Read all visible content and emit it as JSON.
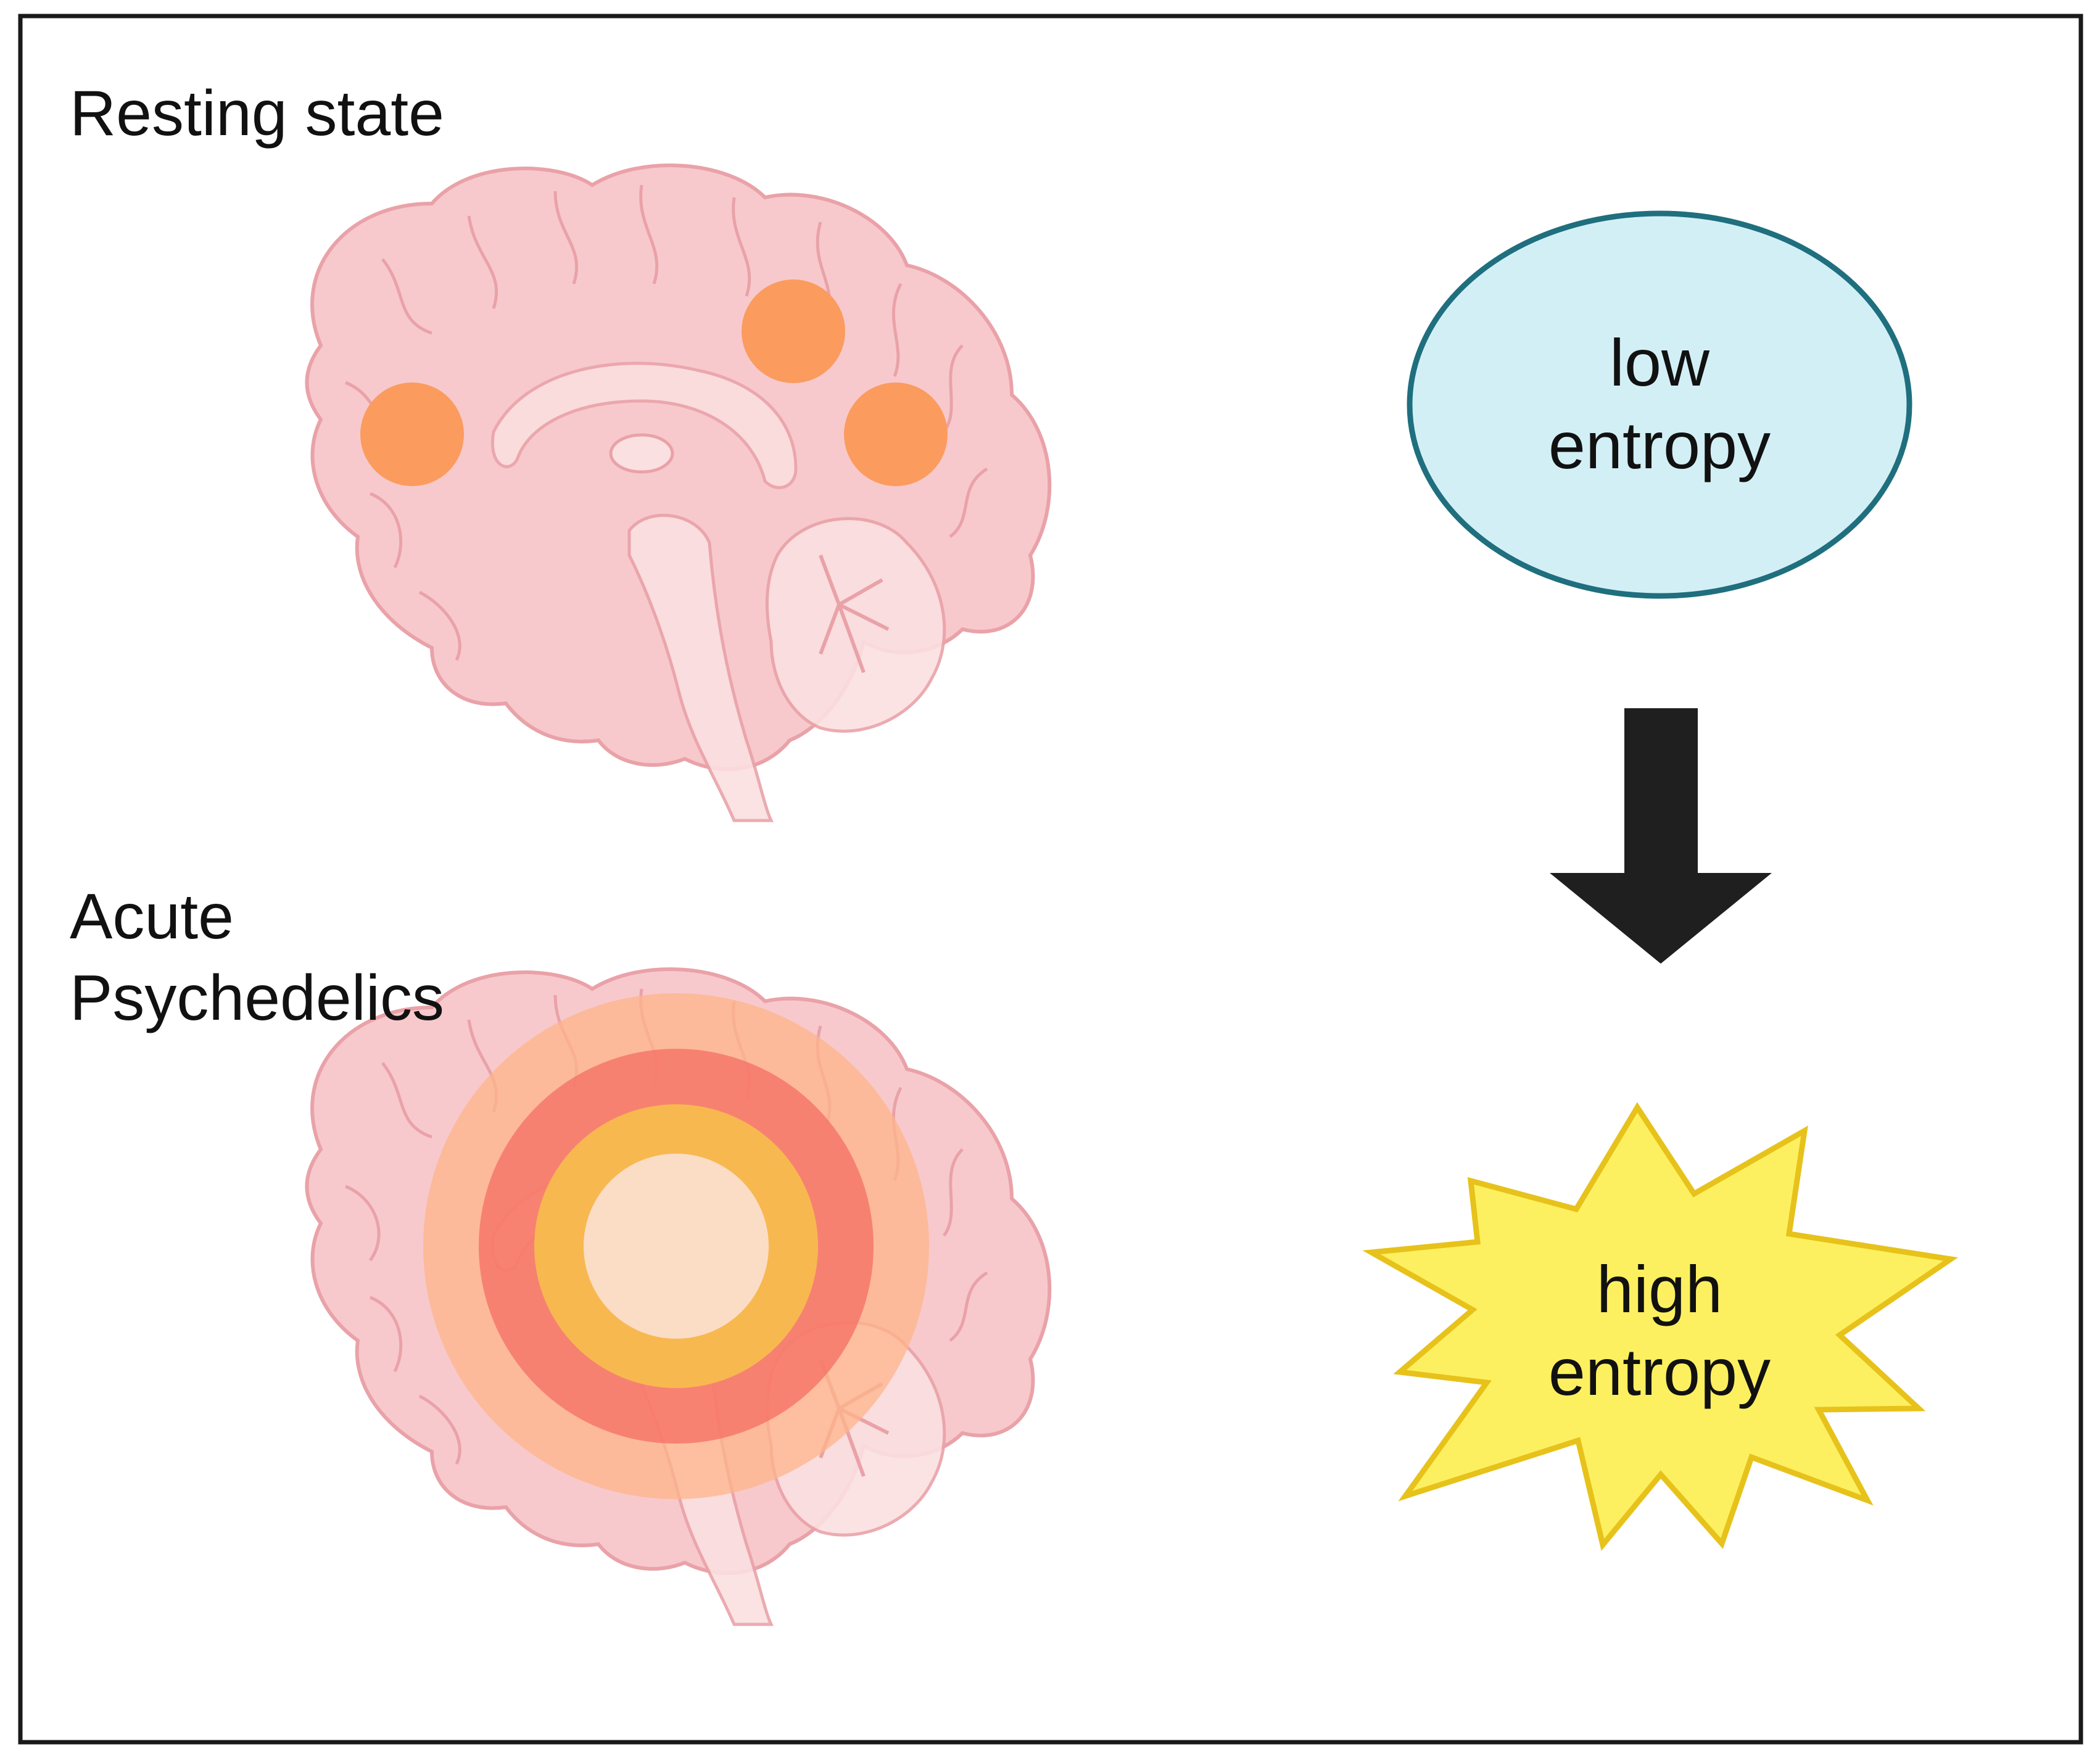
{
  "title_resting": "Resting state",
  "title_acute": [
    "Acute",
    "Psychedelics"
  ],
  "low_state": {
    "lines": [
      "low",
      "entropy"
    ],
    "fill": "#d3eff6",
    "stroke": "#1f6f7e"
  },
  "high_state": {
    "lines": [
      "high",
      "entropy"
    ],
    "fill": "#fdf060",
    "stroke": "#e7c21a"
  },
  "arrow_color": "#1f1f1f",
  "colors": {
    "brain_fill": "#f7c9cc",
    "brain_stroke": "#e9a2a8",
    "resting_spot": "#fb9b5e",
    "glow_outer": "#fdb48a",
    "glow_mid": "#f56e63",
    "glow_inner": "#f8c24a"
  }
}
